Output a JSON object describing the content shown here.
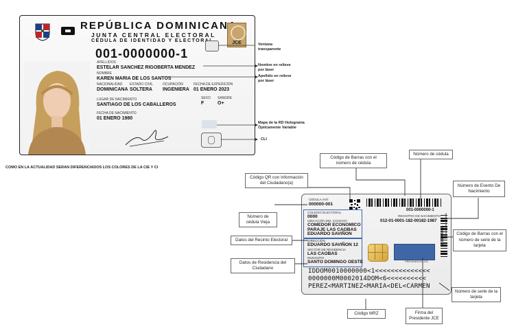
{
  "front": {
    "title": "REPÚBLICA DOMINICANA",
    "subtitle1": "JUNTA CENTRAL ELECTORAL",
    "subtitle2": "CÉDULA DE IDENTIDAD Y ELECTORAL",
    "jce_logo": "JCE",
    "number": "001-0000000-1",
    "apellidos_label": "APELLIDOS",
    "apellidos": "ESTELAR SANCHEZ RIGOBERTA MENDEZ",
    "nombre_label": "NOMBRE",
    "nombre": "KAREN MARIA DE LOS SANTOS",
    "nacionalidad_label": "NACIONALIDAD",
    "nacionalidad": "DOMINICANA",
    "estado_label": "ESTADO CIVIL",
    "estado": "SOLTERA",
    "ocupacion_label": "OCUPACIÓN",
    "ocupacion": "INGENIERA",
    "expedicion_label": "FECHA DE EXPEDICIÓN",
    "expedicion": "01 ENERO 2023",
    "lugar_label": "LUGAR DE NACIMIENTO",
    "lugar": "SANTIAGO DE LOS CABALLEROS",
    "sexo_label": "SEXO",
    "sexo": "F",
    "sangre_label": "SANGRE",
    "sangre": "O+",
    "fecha_nac_label": "FECHA DE NACIMIENTO",
    "fecha_nac": "01 ENERO 1980"
  },
  "front_notes": {
    "ventana": "Ventana transparente",
    "relieve1": "Nombre en relieve por láser",
    "relieve2": "Apellido en relieve por láser",
    "mapa": "Mapa de la RD Holograma Ópticamente Variable",
    "cli": "CLI"
  },
  "caption": "COMO EN LA ACTUALIDAD SERAN DIFERENCIADOS LOS COLORES DE LA CIE Y CI",
  "back": {
    "cedula_ant_label": "CÉDULA ANT.",
    "cedula_ant": "000000-001",
    "colegio_label": "COLEGIO ELECTORAL",
    "colegio": "0000",
    "ubicacion_label": "UBICACIÓN DEL COLEGIO",
    "ubicacion1": "COMEDOR ECONOMICO",
    "ubicacion2": "PARAJE LAS CAOBAS",
    "ubicacion3": "EDUARDO SAVIÑON",
    "direccion_label": "DIRECCIÓN",
    "direccion": "EDUARDO SAVIÑON 12",
    "sector_label": "SECTOR DE RESIDENCIA",
    "sector": "LAS CAOBAS",
    "municipio_label": "MUNICIPIO",
    "municipio": "SANTO DOMINGO OESTE",
    "barcode_num": "001-0000000-1",
    "registro_label": "REGISTRO DE NACIMIENTO",
    "registro": "012-01-0001-182-00182-1987",
    "presidente_label": "PRESIDENTE JCE",
    "serial_vertical": "E 00000000",
    "mrz1": "IDDOM0010000000<1<<<<<<<<<<<<<<",
    "mrz2": "0000000M0002014DOM<6<<<<<<<<<<",
    "mrz3": "PEREZ<MARTINEZ<MARIA<DEL<CARMEN"
  },
  "back_notes": {
    "barras": "Código de Barras con el número de cédula",
    "num_cedula": "Número de cédula",
    "qr": "Código QR con Información del Ciudadano(a)",
    "evento": "Número de Evento De Nacimiento",
    "vieja": "Número de cédula Vieja",
    "barras_serie": "Código de Barras con el número de serie de la tarjeta",
    "recinto": "Datos del Recinto Electoral",
    "residencia": "Datos de Residencia del Ciudadano",
    "serie": "Número de serie de la tarjeta",
    "mrz": "Código MRZ",
    "firma": "Firma del Presidente JCE"
  }
}
